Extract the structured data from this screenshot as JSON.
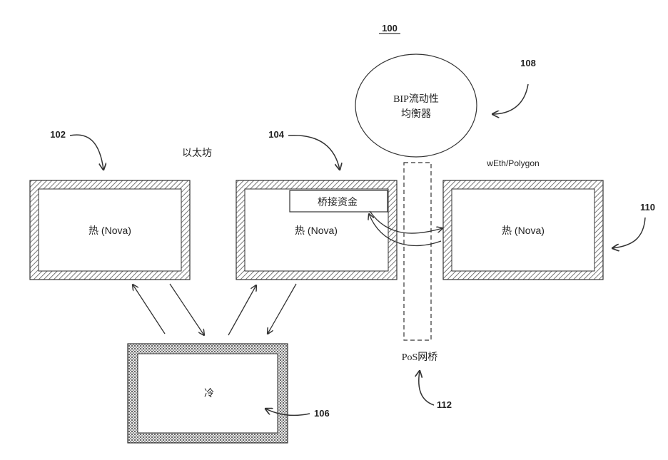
{
  "figure": {
    "number": "100"
  },
  "labels": {
    "ethereum": "以太坊",
    "weth_polygon": "wEth/Polygon",
    "pos_bridge": "PoS网桥",
    "bridge_funds": "桥接资金",
    "balancer_line1": "BIP流动性",
    "balancer_line2": "均衡器"
  },
  "boxes": {
    "hot_102": "热 (Nova)",
    "hot_104": "热 (Nova)",
    "hot_110": "热 (Nova)",
    "cold_106": "冷"
  },
  "refs": {
    "r102": "102",
    "r104": "104",
    "r106": "106",
    "r108": "108",
    "r110": "110",
    "r112": "112"
  },
  "colors": {
    "stroke": "#333333",
    "background": "#ffffff"
  }
}
